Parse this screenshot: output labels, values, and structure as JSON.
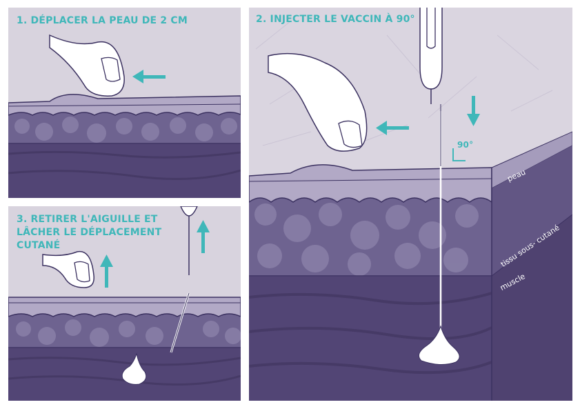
{
  "steps": [
    {
      "number": "1.",
      "title": "DÉPLACER LA PEAU DE 2 CM"
    },
    {
      "number": "2.",
      "title": "INJECTER LE VACCIN À 90°"
    },
    {
      "number": "3.",
      "title_line1": "RETIRER L'AIGUILLE ET",
      "title_line2": "LÂCHER LE DÉPLACEMENT",
      "title_line3": "CUTANÉ"
    }
  ],
  "angle_label": "90°",
  "layers": {
    "skin": "peau",
    "subcutaneous": "tissu sous- cutané",
    "muscle": "muscle"
  },
  "colors": {
    "accent": "#3fb7b9",
    "muscle": "#524575",
    "fat": "#6e6390",
    "skin": "#b2a9c6",
    "background": "#d8d3de",
    "outline": "#3b3160"
  },
  "icons": [
    "finger-icon",
    "arrow-left-icon",
    "arrow-down-icon",
    "arrow-up-icon",
    "needle-icon",
    "syringe-icon",
    "vaccine-drop-icon"
  ]
}
